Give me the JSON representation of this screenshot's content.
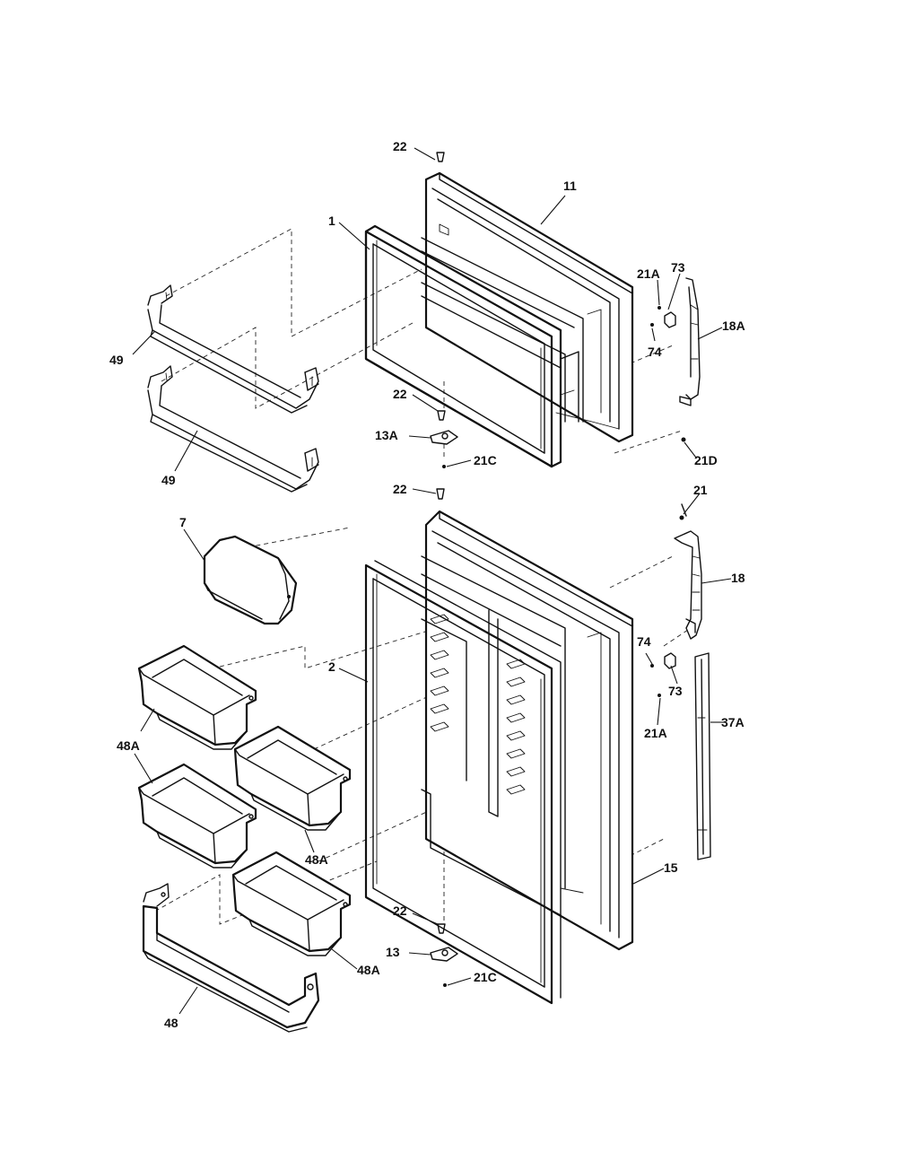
{
  "diagram": {
    "labels": {
      "top_screw_22": "22",
      "freezer_liner_11": "11",
      "freezer_gasket_1": "1",
      "freezer_shelf_49_upper": "49",
      "freezer_shelf_49_lower": "49",
      "screw_21A_top": "21A",
      "stop_73_top": "73",
      "screw_74_top": "74",
      "handle_18A": "18A",
      "hinge_screw_22_mid": "22",
      "hinge_13A": "13A",
      "screw_21C_upper": "21C",
      "screw_21D": "21D",
      "fresh_screw_22": "22",
      "screw_21": "21",
      "dairy_door_7": "7",
      "handle_18": "18",
      "fresh_gasket_2": "2",
      "screw_74_bottom": "74",
      "stop_73_bottom": "73",
      "screw_21A_bottom": "21A",
      "trim_37A": "37A",
      "bin_48A_left": "48A",
      "bin_48A_middle": "48A",
      "bin_48A_lower": "48A",
      "fresh_liner_15": "15",
      "hinge_screw_22_bottom": "22",
      "hinge_13": "13",
      "screw_21C_lower": "21C",
      "shelf_48": "48"
    }
  }
}
